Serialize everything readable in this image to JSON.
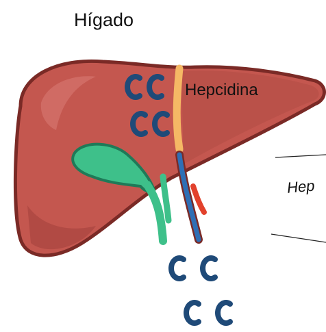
{
  "title": "Hígado",
  "labels": {
    "hepcidina": "Hepcidina",
    "side_partial": "Hep"
  },
  "colors": {
    "liver": "#c4574f",
    "liver_dark": "#a94540",
    "liver_outline": "#7a2a26",
    "gallbladder": "#3ec08a",
    "vein_blue": "#2f6fb5",
    "artery_red": "#e2412c",
    "ligament": "#f5b865",
    "hepcidin_mark": "#1f4a78"
  },
  "icons": [
    "hepcidin-molecule-icon"
  ]
}
